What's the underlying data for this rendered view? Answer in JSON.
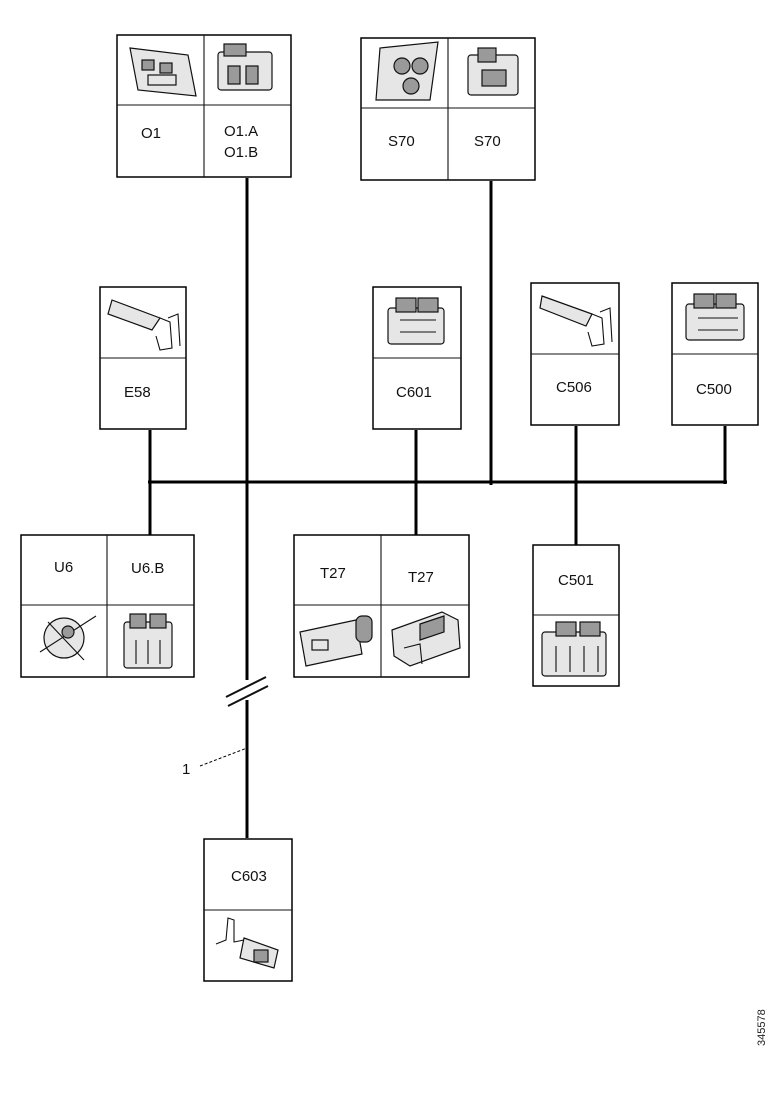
{
  "connectors": {
    "o1": {
      "left": "O1",
      "right_line1": "O1.A",
      "right_line2": "O1.B"
    },
    "s70": {
      "left": "S70",
      "right": "S70"
    },
    "e58": {
      "label": "E58"
    },
    "c601": {
      "label": "C601"
    },
    "c506": {
      "label": "C506"
    },
    "c500": {
      "label": "C500"
    },
    "u6": {
      "left": "U6",
      "right": "U6.B"
    },
    "t27": {
      "left": "T27",
      "right": "T27"
    },
    "c501": {
      "label": "C501"
    },
    "c603": {
      "label": "C603"
    }
  },
  "callout": {
    "number": "1"
  },
  "document_id": "345578"
}
